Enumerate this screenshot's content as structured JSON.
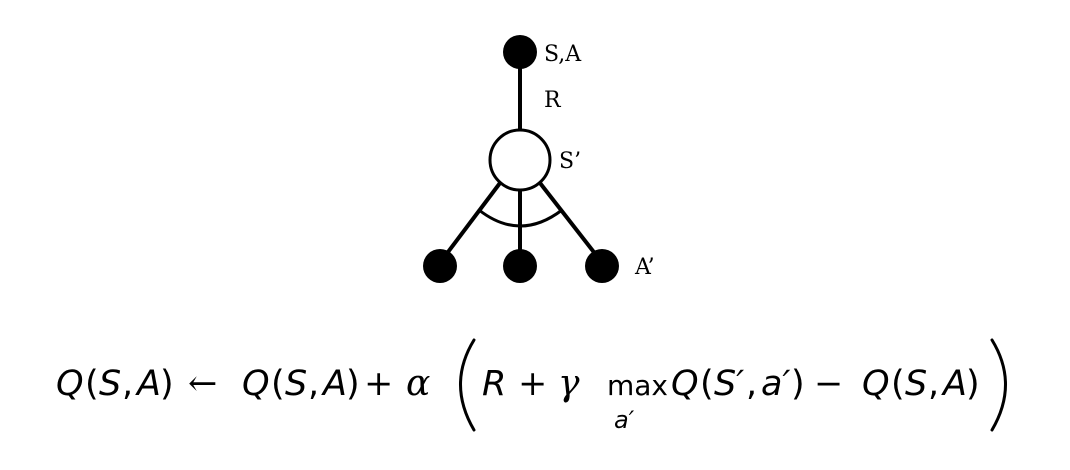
{
  "diagram": {
    "nodes": [
      {
        "id": "state-action",
        "kind": "filled",
        "label": "S,A"
      },
      {
        "id": "next-state",
        "kind": "open",
        "label": "S’"
      },
      {
        "id": "next-action-left",
        "kind": "filled",
        "label": ""
      },
      {
        "id": "next-action-middle",
        "kind": "filled",
        "label": ""
      },
      {
        "id": "next-action-right",
        "kind": "filled",
        "label": "A’"
      }
    ],
    "edges": [
      {
        "from": "state-action",
        "to": "next-state",
        "label": "R"
      },
      {
        "from": "next-state",
        "to": "next-action-left",
        "label": ""
      },
      {
        "from": "next-state",
        "to": "next-action-middle",
        "label": ""
      },
      {
        "from": "next-state",
        "to": "next-action-right",
        "label": ""
      }
    ],
    "max_arc": true
  },
  "equation": {
    "Q": "Q",
    "lp": "(",
    "S": "S",
    "comma": ",",
    "A": "A",
    "rp": ")",
    "arrow": "←",
    "plus": "+",
    "alpha": "α",
    "R": "R",
    "gamma": "γ",
    "max": "max",
    "a_prime": "a′",
    "S_prime": "S′",
    "minus": "−"
  }
}
